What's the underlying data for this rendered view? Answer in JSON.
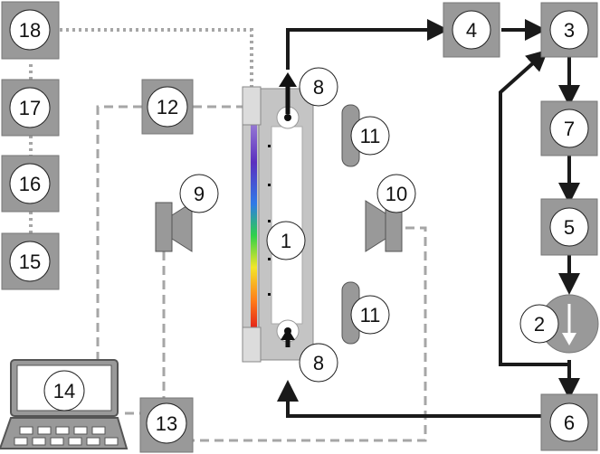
{
  "labels": {
    "cell_1": "1",
    "pump_2": "2",
    "unit_3": "3",
    "unit_4": "4",
    "unit_5": "5",
    "unit_6": "6",
    "unit_7": "7",
    "port_8_top": "8",
    "port_8_bottom": "8",
    "light_9": "9",
    "light_10": "10",
    "block_11_top": "11",
    "block_11_bottom": "11",
    "unit_12": "12",
    "unit_13": "13",
    "computer_14": "14",
    "unit_15": "15",
    "unit_16": "16",
    "unit_17": "17",
    "unit_18": "18"
  },
  "colors": {
    "box_fill": "#999999",
    "solid_line": "#1a1a1a",
    "dashed_line": "#a6a6a6",
    "cell_frame": "#bdbdbd"
  },
  "icons": {
    "pump": "down-arrow-in-circle",
    "light_source": "speaker-like-lamp",
    "computer": "laptop"
  }
}
